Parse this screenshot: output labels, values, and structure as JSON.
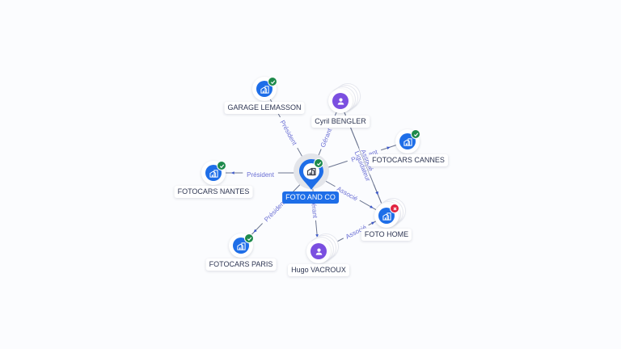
{
  "colors": {
    "background": "#fbfcfe",
    "company": "#1e6ee8",
    "person": "#7b4fe0",
    "active_badge": "#1e8a4c",
    "closed_badge": "#e0223f",
    "edge_label": "#6a6fd4",
    "edge_line": "#6b7590",
    "main_label_bg": "#1e6ee8"
  },
  "center": {
    "id": "foto-and-co",
    "label": "FOTO AND CO",
    "kind": "company",
    "status": "active",
    "icon": "building-icon"
  },
  "nodes": [
    {
      "id": "garage-lemasson",
      "label": "GARAGE LEMASSON",
      "kind": "company",
      "status": "active",
      "icon": "building-icon"
    },
    {
      "id": "cyril-bengler",
      "label": "Cyril BENGLER",
      "kind": "person",
      "status": "none",
      "icon": "person-icon"
    },
    {
      "id": "fotocars-cannes",
      "label": "FOTOCARS CANNES",
      "kind": "company",
      "status": "active",
      "icon": "building-icon"
    },
    {
      "id": "fotocars-nantes",
      "label": "FOTOCARS NANTES",
      "kind": "company",
      "status": "active",
      "icon": "building-icon"
    },
    {
      "id": "foto-home",
      "label": "FOTO HOME",
      "kind": "company",
      "status": "closed",
      "icon": "building-icon"
    },
    {
      "id": "fotocars-paris",
      "label": "FOTOCARS PARIS",
      "kind": "company",
      "status": "active",
      "icon": "building-icon"
    },
    {
      "id": "hugo-vacroux",
      "label": "Hugo VACROUX",
      "kind": "person",
      "status": "none",
      "icon": "person-icon"
    }
  ],
  "edges": [
    {
      "from": "foto-and-co",
      "to": "garage-lemasson",
      "label": "Président"
    },
    {
      "from": "foto-and-co",
      "to": "cyril-bengler",
      "label": "Gérant"
    },
    {
      "from": "foto-and-co",
      "to": "fotocars-cannes",
      "label": "Président"
    },
    {
      "from": "foto-and-co",
      "to": "fotocars-nantes",
      "label": "Président"
    },
    {
      "from": "foto-and-co",
      "to": "foto-home",
      "label": "Associé"
    },
    {
      "from": "foto-and-co",
      "to": "fotocars-paris",
      "label": "Président"
    },
    {
      "from": "foto-and-co",
      "to": "hugo-vacroux",
      "label": "Gérant"
    },
    {
      "from": "cyril-bengler",
      "to": "foto-home",
      "label": "Liquidateur"
    },
    {
      "from": "cyril-bengler",
      "to": "foto-home",
      "label": "Associé"
    },
    {
      "from": "hugo-vacroux",
      "to": "foto-home",
      "label": "Associé"
    }
  ]
}
